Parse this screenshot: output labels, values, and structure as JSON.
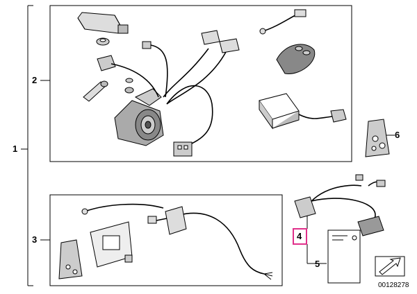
{
  "callouts": {
    "c1": "1",
    "c2": "2",
    "c3": "3",
    "c4": "4",
    "c5": "5",
    "c6": "6"
  },
  "diagram_number": "00128278",
  "highlight_color": "#e0308a"
}
